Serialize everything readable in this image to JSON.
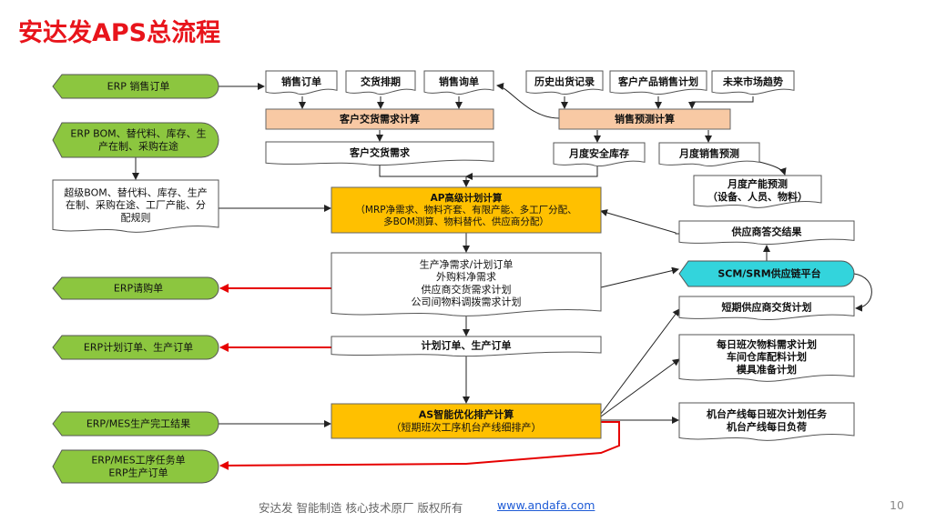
{
  "slide": {
    "title": "安达发APS总流程",
    "footer_text": "安达发   智能制造 核心技术原厂   版权所有",
    "footer_url": "www.andafa.com",
    "page_number": "10"
  },
  "colors": {
    "title_red": "#e8141b",
    "erp_green": "#8cc63f",
    "calc_orange": "#f8c9a4",
    "core_gold": "#ffc000",
    "scm_cyan": "#33d4dc",
    "red_arrow": "#e60000"
  },
  "nodes": {
    "erp_sales_order": [
      "ERP  销售订单"
    ],
    "erp_bom": [
      "ERP  BOM、替代料、库存、生",
      "产在制、采购在途"
    ],
    "erp_purchase": [
      "ERP请购单"
    ],
    "erp_plan_order": [
      "ERP计划订单、生产订单"
    ],
    "erp_mes_done": [
      "ERP/MES生产完工结果"
    ],
    "erp_mes_task": [
      "ERP/MES工序任务单",
      "ERP生产订单"
    ],
    "super_bom": [
      "超级BOM、替代料、库存、生产",
      "在制、采购在途、工厂产能、分",
      "配规则"
    ],
    "sales_order": [
      "销售订单"
    ],
    "delivery_schedule": [
      "交货排期"
    ],
    "sales_inquiry": [
      "销售询单"
    ],
    "history_shipping": [
      "历史出货记录"
    ],
    "customer_sales_plan": [
      "客户产品销售计划"
    ],
    "future_market": [
      "未来市场趋势"
    ],
    "cust_demand_calc": [
      "客户交货需求计算"
    ],
    "sales_forecast_calc": [
      "销售预测计算"
    ],
    "cust_demand": [
      "客户交货需求"
    ],
    "monthly_safety_stock": [
      "月度安全库存"
    ],
    "monthly_sales_forecast": [
      "月度销售预测"
    ],
    "monthly_capacity_forecast": [
      "月度产能预测",
      "（设备、人员、物料）"
    ],
    "ap_calc": [
      "AP高级计划计算",
      "（MRP净需求、物料齐套、有限产能、多工厂分配、",
      "多BOM测算、物料替代、供应商分配）"
    ],
    "production_demand": [
      "生产净需求/计划订单",
      "外购料净需求",
      "供应商交货需求计划",
      "公司间物料调拨需求计划"
    ],
    "plan_production_order": [
      "计划订单、生产订单"
    ],
    "as_calc": [
      "AS智能优化排产计算",
      "（短期班次工序机台产线细排产）"
    ],
    "supplier_reply": [
      "供应商答交结果"
    ],
    "scm_srm": [
      "SCM/SRM供应链平台"
    ],
    "short_supplier_plan": [
      "短期供应商交货计划"
    ],
    "daily_shift_plan": [
      "每日班次物料需求计划",
      "车间仓库配料计划",
      "模具准备计划"
    ],
    "machine_line_task": [
      "机台产线每日班次计划任务",
      "机台产线每日负荷"
    ]
  }
}
